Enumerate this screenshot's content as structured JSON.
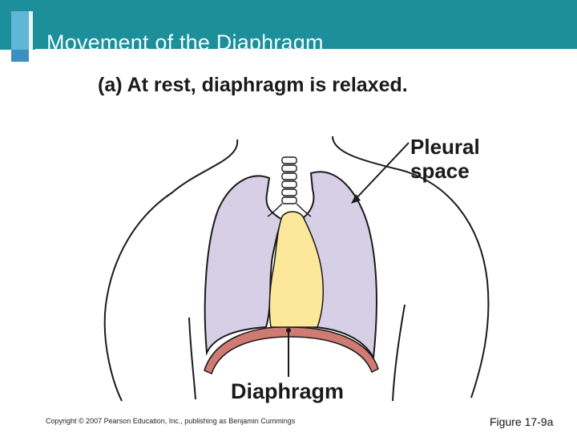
{
  "slide": {
    "title": "Movement of the Diaphragm"
  },
  "figure": {
    "caption": "(a) At rest, diaphragm is relaxed.",
    "labels": {
      "pleural_line1": "Pleural",
      "pleural_line2": "space",
      "diaphragm": "Diaphragm"
    },
    "colors": {
      "lung": "#d7cfe6",
      "mediastinum": "#fde79a",
      "diaphragm": "#cf7a72",
      "outline": "#1a1a1a",
      "header": "#1c8f9a"
    }
  },
  "footer": {
    "copyright": "Copyright © 2007 Pearson Education, Inc., publishing as Benjamin Cummings",
    "figure_number": "Figure 17-9a"
  }
}
